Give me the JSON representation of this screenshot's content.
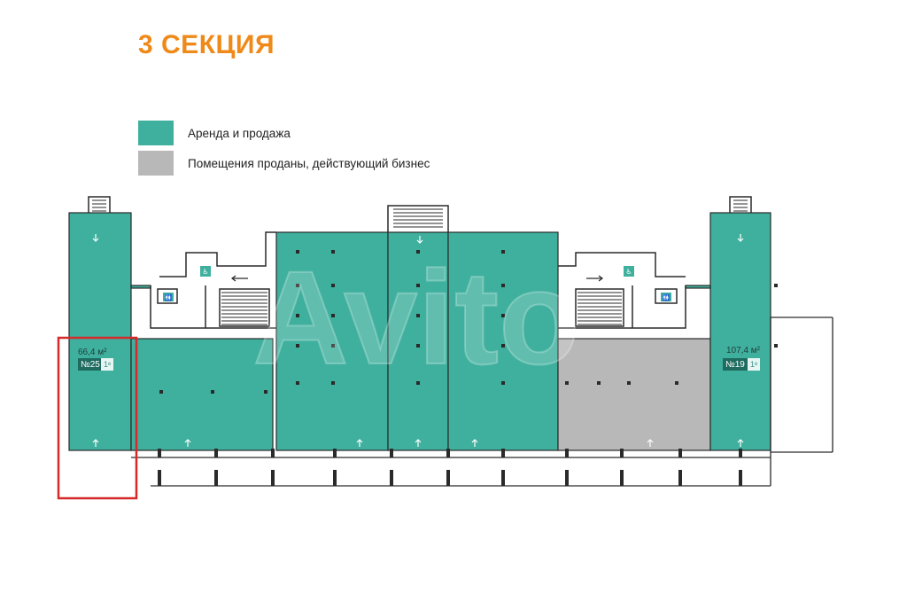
{
  "title": "3 СЕКЦИЯ",
  "colors": {
    "title": "#ef8a1a",
    "available": "#3fb09e",
    "sold": "#b8b8b8",
    "walls": "#2a2a2a",
    "highlight": "#d62a2a",
    "watermark": "#ffffff"
  },
  "legend": [
    {
      "label": "Аренда и продажа",
      "status": "available"
    },
    {
      "label": "Помещения проданы, действующий бизнес",
      "status": "sold"
    }
  ],
  "units": [
    {
      "area": "66,4 м²",
      "number": "№25",
      "floor": "1ᵉ",
      "highlighted": true
    },
    {
      "area": "107,4 м²",
      "number": "№19",
      "floor": "1ᵉ",
      "highlighted": false
    }
  ],
  "icons": [
    "stair-icon",
    "elevator-icon",
    "restroom-icon",
    "arrow-up-icon",
    "arrow-down-icon",
    "arrow-left-icon",
    "arrow-right-icon"
  ],
  "watermark": "Avito"
}
